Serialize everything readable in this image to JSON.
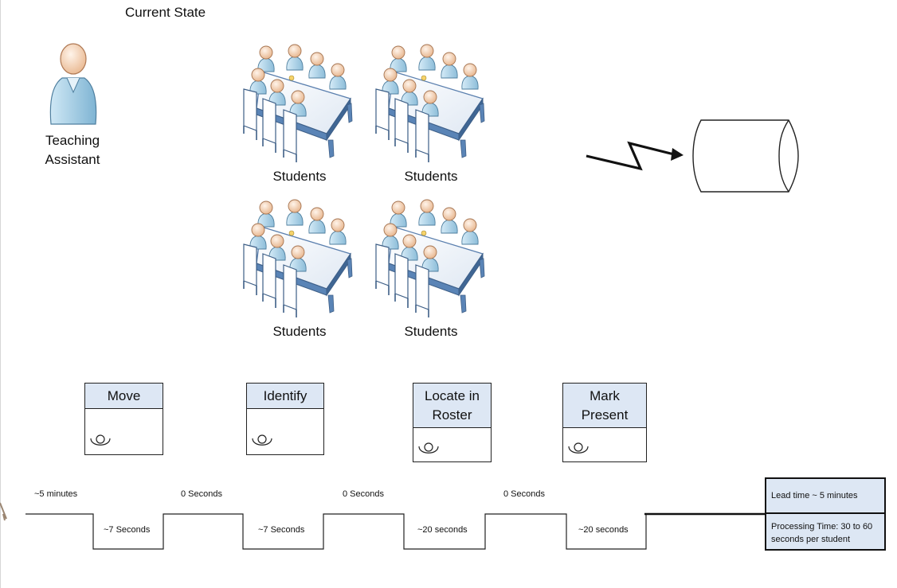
{
  "title": "Current State",
  "operator": {
    "label_line1": "Teaching",
    "label_line2": "Assistant",
    "icon": "person-icon"
  },
  "student_groups": [
    {
      "label": "Students",
      "icon": "meeting-table-icon"
    },
    {
      "label": "Students",
      "icon": "meeting-table-icon"
    },
    {
      "label": "Students",
      "icon": "meeting-table-icon"
    },
    {
      "label": "Students",
      "icon": "meeting-table-icon"
    }
  ],
  "electronic_flow_icon": "lightning-arrow-icon",
  "database_icon": "database-cylinder-icon",
  "processes": [
    {
      "name": "Move",
      "icon": "operator-icon"
    },
    {
      "name": "Identify",
      "icon": "operator-icon"
    },
    {
      "name": "Locate in Roster",
      "icon": "operator-icon"
    },
    {
      "name": "Mark Present",
      "icon": "operator-icon"
    }
  ],
  "timeline": {
    "wait_times": [
      "~5 minutes",
      "0 Seconds",
      "0 Seconds",
      "0 Seconds"
    ],
    "process_times": [
      "~7 Seconds",
      "~7 Seconds",
      "~20 seconds",
      "~20 seconds"
    ]
  },
  "summary": {
    "lead_time": "Lead time ~ 5 minutes",
    "processing_time": "Processing Time: 30 to 60 seconds per student"
  },
  "colors": {
    "process_header": "#dde7f4",
    "figure_fill": "#b8d9ec",
    "table_fill": "#f4f7fb",
    "table_edge": "#5a7fae",
    "skin": "#f3d3b5"
  }
}
